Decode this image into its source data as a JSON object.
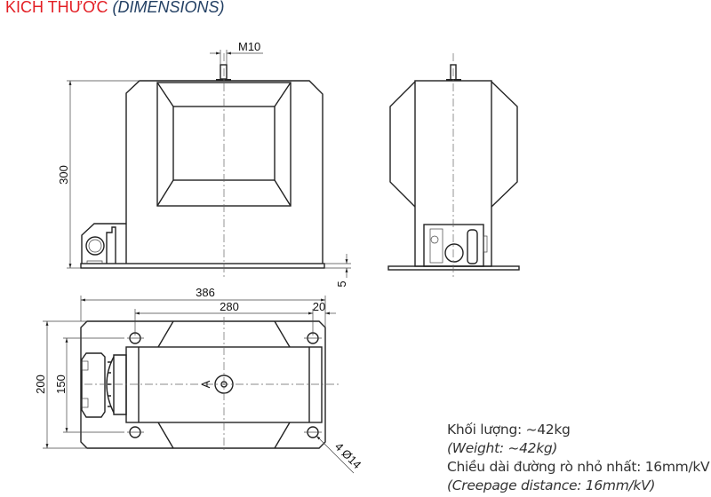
{
  "title": {
    "vietnamese": "KÍCH THƯỚC",
    "english": "(DIMENSIONS)"
  },
  "colors": {
    "title_red": "#e31e24",
    "title_blue": "#234064"
  },
  "dimensions": {
    "thread": "M10",
    "height": "300",
    "base_thickness": "5",
    "length": "386",
    "hole_spacing_length": "280",
    "edge_offset": "20",
    "width": "200",
    "hole_spacing_width": "150",
    "holes": "4 Ø14",
    "view_marker": "A"
  },
  "specs": {
    "weight_vn": "Khối lượng: ~42kg",
    "weight_en": "(Weight: ~42kg)",
    "creepage_vn": "Chiều dài đường rò nhỏ nhất: 16mm/kV",
    "creepage_en": "(Creepage distance: 16mm/kV)"
  }
}
